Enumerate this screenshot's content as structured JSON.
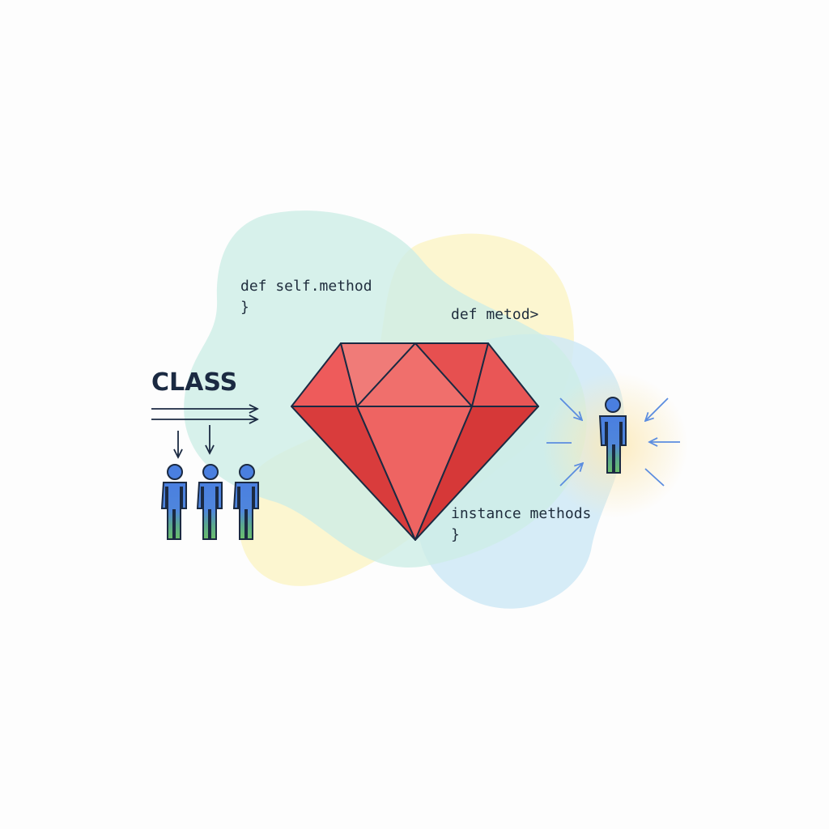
{
  "diagram": {
    "title_label": "CLASS",
    "class_method_code": {
      "line1": "def self.method",
      "line2": "}"
    },
    "method_code": "def metod>",
    "instance_code": {
      "line1": "instance methods",
      "line2": "}"
    },
    "icons": {
      "central": "ruby-gem-icon",
      "instances": [
        "person-icon",
        "person-icon",
        "person-icon"
      ],
      "single_instance": "person-icon"
    },
    "colors": {
      "gem_red": "#e84a4a",
      "outline": "#1b2a42",
      "person_blue": "#4a7fe0",
      "person_green": "#6bbf6a",
      "arrow_blue": "#5b8de0",
      "blob_teal": "#cdeee6",
      "blob_yellow": "#fbf4c8",
      "blob_blue": "#cfe9f6"
    }
  }
}
